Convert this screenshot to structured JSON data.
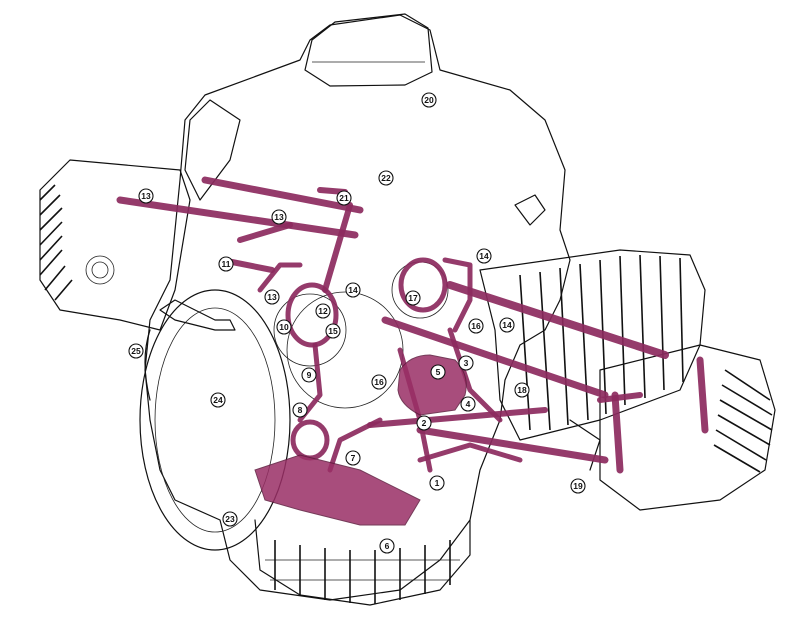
{
  "diagram": {
    "oil_color": "#9a2f66",
    "outline_color": "#111111",
    "background": "#ffffff",
    "callout_labels": [
      "1",
      "2",
      "3",
      "4",
      "5",
      "6",
      "7",
      "8",
      "9",
      "10",
      "11",
      "12",
      "13",
      "13",
      "14",
      "14",
      "14",
      "15",
      "16",
      "16",
      "17",
      "18",
      "19",
      "20",
      "21",
      "22",
      "23",
      "24",
      "25"
    ]
  }
}
